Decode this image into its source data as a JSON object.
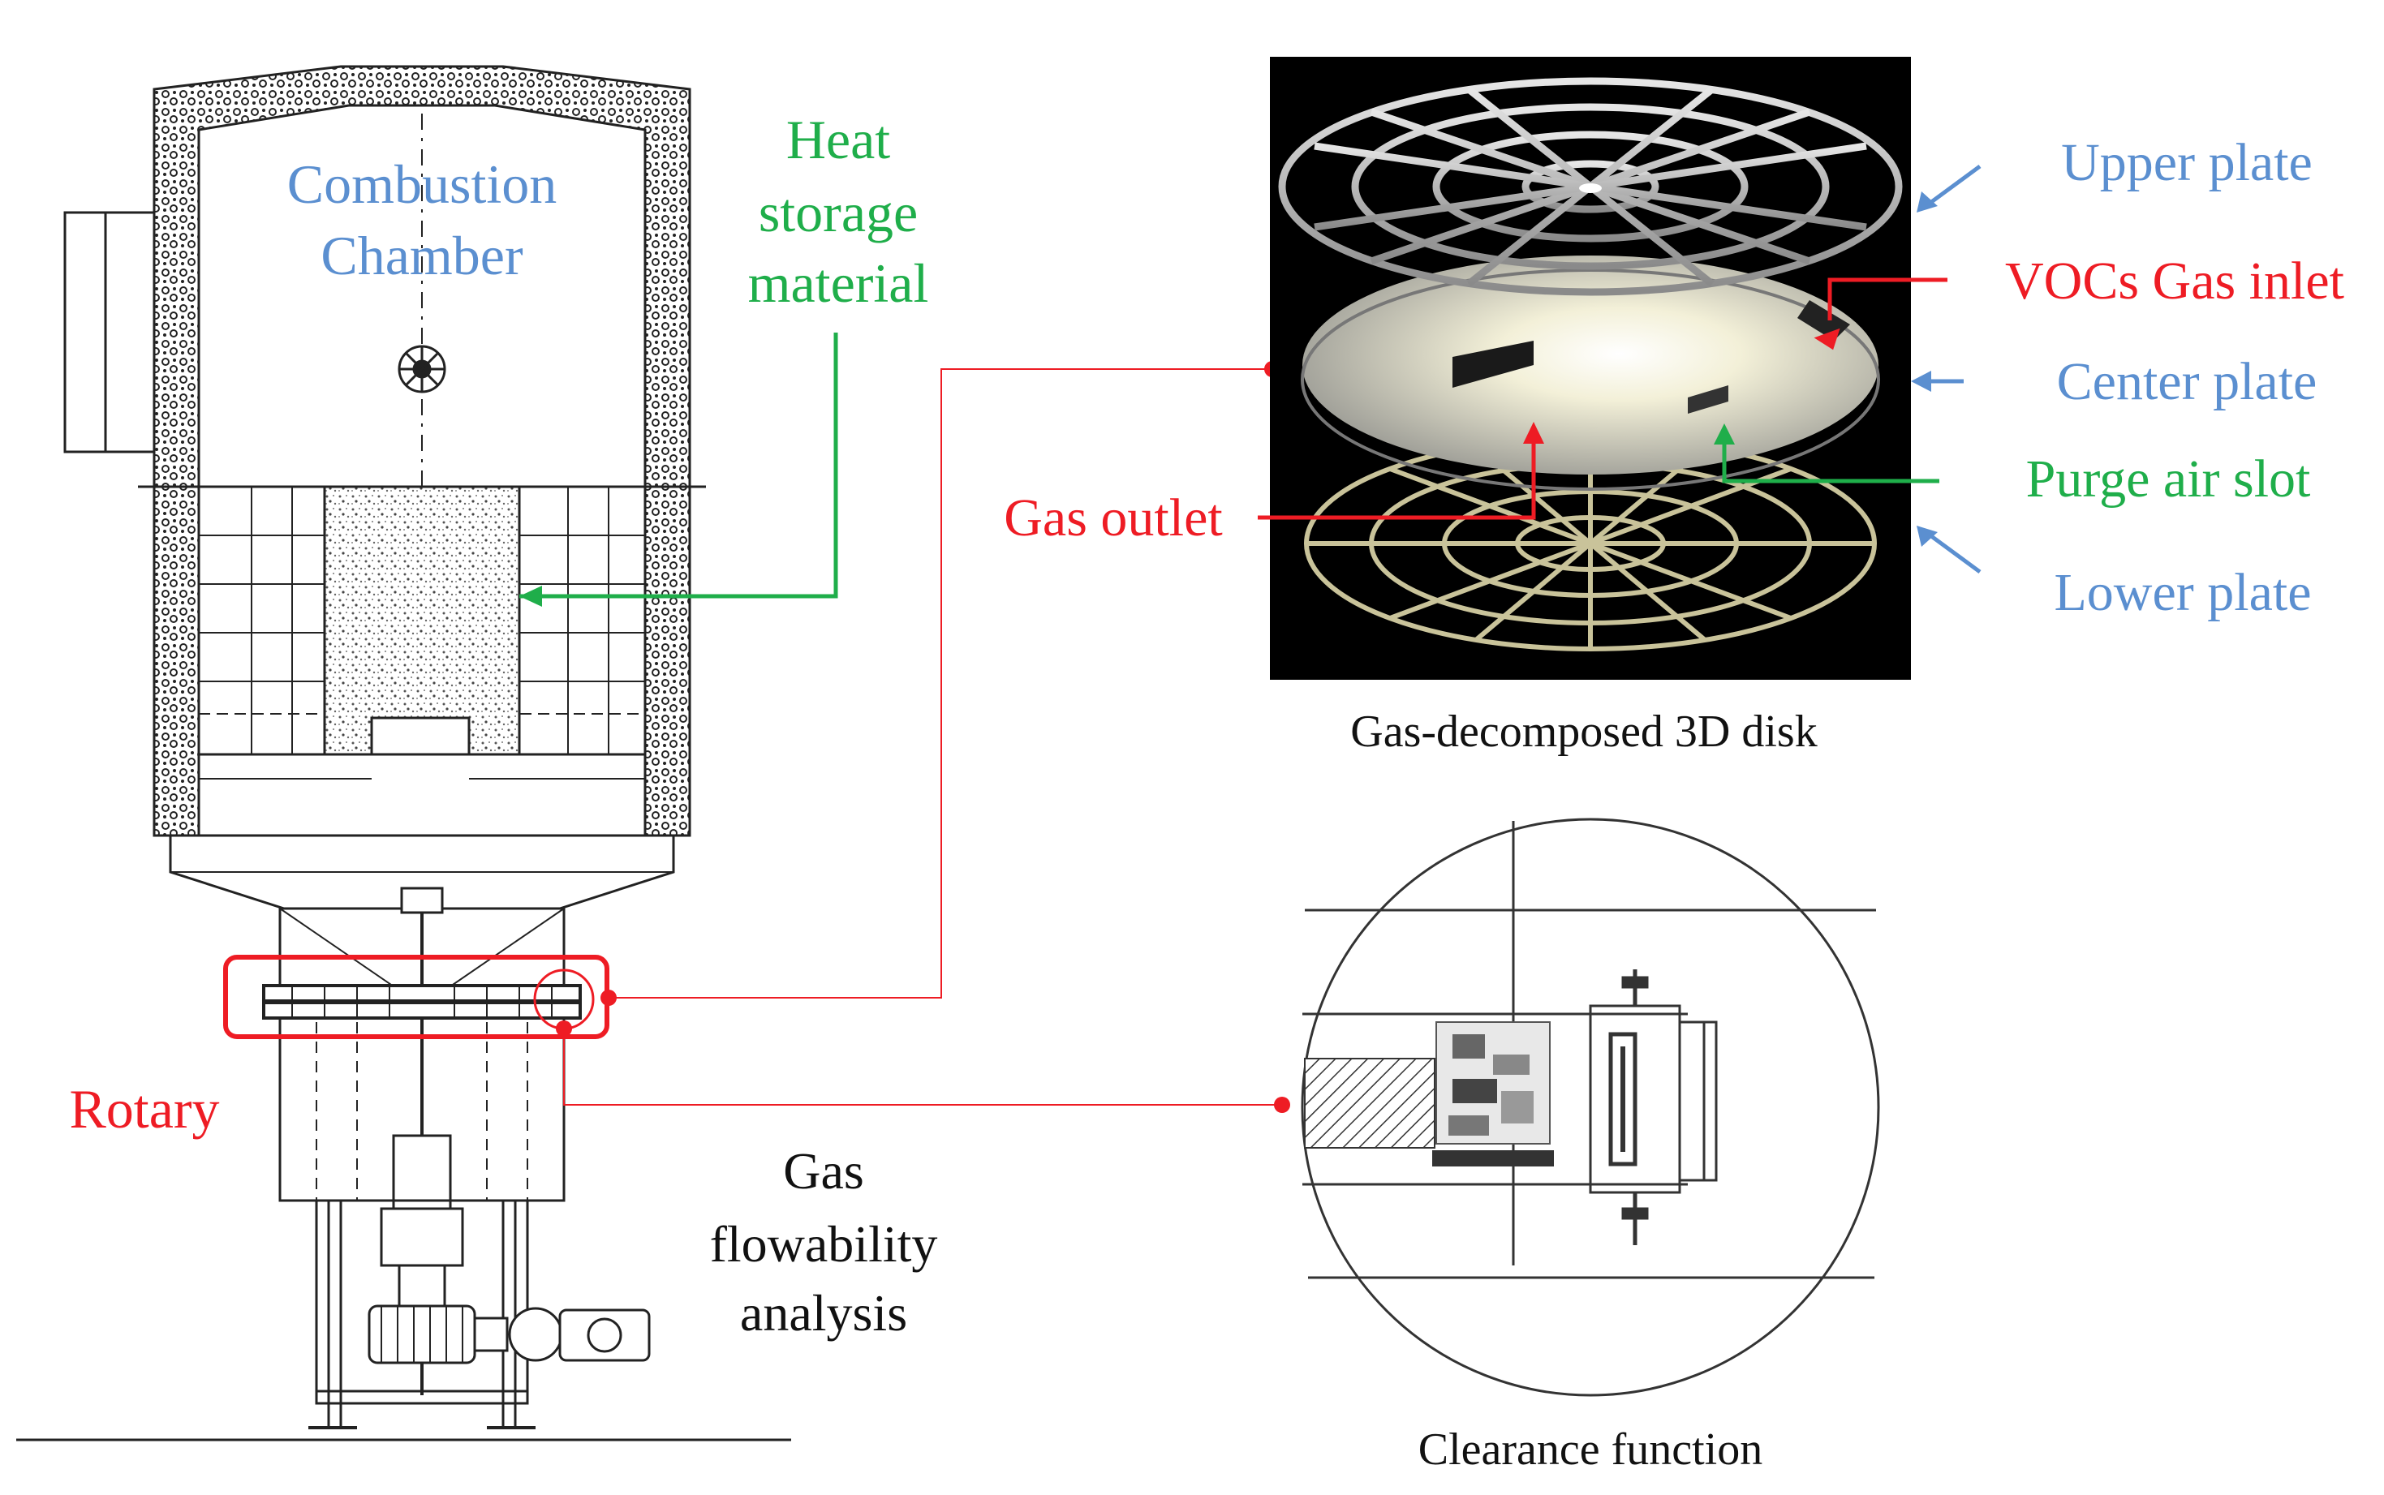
{
  "colors": {
    "blue": "#5b8fd0",
    "green": "#1fae4a",
    "red": "#ee1c24",
    "line": "#333333",
    "black": "#111111"
  },
  "labels": {
    "combustion_line1": "Combustion",
    "combustion_line2": "Chamber",
    "heat_line1": "Heat",
    "heat_line2": "storage",
    "heat_line3": "material",
    "rotary": "Rotary",
    "gas_line1": "Gas",
    "gas_line2": "flowability",
    "gas_line3": "analysis",
    "upper_plate": "Upper plate",
    "vocs_inlet": "VOCs Gas inlet",
    "center_plate": "Center plate",
    "purge_slot": "Purge air slot",
    "lower_plate": "Lower plate",
    "gas_outlet": "Gas outlet",
    "disk_caption": "Gas-decomposed 3D disk",
    "clearance_caption": "Clearance function"
  }
}
